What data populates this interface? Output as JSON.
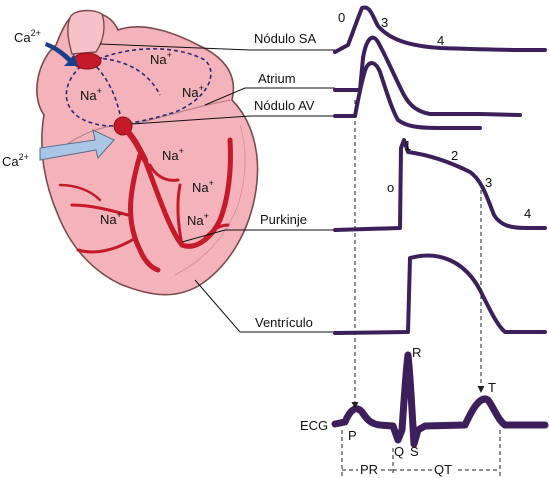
{
  "ions": {
    "ca1": {
      "base": "Ca",
      "sup": "2+"
    },
    "ca2": {
      "base": "Ca",
      "sup": "2+"
    },
    "na": [
      {
        "base": "Na",
        "sup": "+"
      },
      {
        "base": "Na",
        "sup": "+"
      },
      {
        "base": "Na",
        "sup": "+"
      },
      {
        "base": "Na",
        "sup": "+"
      },
      {
        "base": "Na",
        "sup": "+"
      },
      {
        "base": "Na",
        "sup": "+"
      },
      {
        "base": "Na",
        "sup": "+"
      }
    ]
  },
  "labels": {
    "nodulo_sa": "Nódulo SA",
    "atrium": "Atrium",
    "nodulo_av": "Nódulo AV",
    "purkinje": "Purkinje",
    "ventriculo": "Ventrículo",
    "ecg": "ECG"
  },
  "phases": {
    "sa_0": "0",
    "sa_3": "3",
    "sa_4": "4",
    "pk_0": "o",
    "pk_1": "1",
    "pk_2": "2",
    "pk_3": "3",
    "pk_4": "4"
  },
  "ecg_waves": {
    "p": "P",
    "q": "Q",
    "r": "R",
    "s": "S",
    "t": "T"
  },
  "intervals": {
    "pr": "PR",
    "qt": "QT"
  },
  "colors": {
    "heart_fill": "#f4b3bb",
    "heart_stroke": "#7a4b4b",
    "conduction": "#c41a2a",
    "pathway_dash": "#2a2a7a",
    "wave": "#3d1f5c",
    "ca_arrow_dark": "#1c3f8c",
    "ca_arrow_light": "#a9c6e6"
  }
}
